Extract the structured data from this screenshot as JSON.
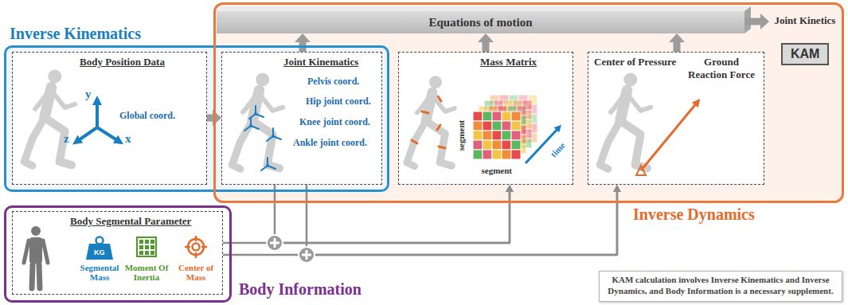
{
  "diagram": {
    "nodes": [
      {
        "text": [
          "Inverse Kinematics"
        ]
      },
      {
        "text": [
          "Body Position Data",
          "y",
          "z",
          "x",
          "Global coord."
        ],
        "in": 0
      },
      {
        "text": [
          "Joint Kinematics",
          "Pelvis coord.",
          "Hip joint coord.",
          "Knee joint coord.",
          "Ankle joint coord."
        ],
        "in": 0
      },
      {
        "text": [
          "Inverse Dynamics"
        ]
      },
      {
        "text": [
          "Equations of motion"
        ],
        "in": 3
      },
      {
        "text": [
          "Mass Matrix",
          "segment",
          "segment",
          "time"
        ],
        "in": 3
      },
      {
        "text": [
          "Center of Pressure",
          "Ground Reaction Force"
        ],
        "in": 3
      },
      {
        "text": [
          "Joint Kinetics",
          "KAM"
        ],
        "in": 3
      },
      {
        "text": [
          "Body Information"
        ]
      },
      {
        "text": [
          "Body Segmental Parameter",
          "KG",
          "Segmental Mass",
          "Moment Of Inertia",
          "Center of Mass"
        ],
        "in": 8
      },
      {
        "text": [
          "KAM calculation involves Inverse Kinematics and Inverse Dynamics, and Body Information is a necessary supplement."
        ]
      }
    ],
    "edges": [
      {
        "from": 1,
        "to": 2,
        "arrow": "to"
      },
      {
        "from": 2,
        "to": 4,
        "arrow": "to"
      },
      {
        "from": 5,
        "to": 4,
        "arrow": "to"
      },
      {
        "from": 6,
        "to": 4,
        "arrow": "to"
      },
      {
        "from": 4,
        "to": 7,
        "arrow": "to"
      },
      {
        "from": 2,
        "to": 5,
        "arrow": "to"
      },
      {
        "from": 9,
        "to": 5,
        "arrow": "to"
      },
      {
        "from": 2,
        "to": 6,
        "arrow": "to"
      },
      {
        "from": 9,
        "to": 6,
        "arrow": "to"
      }
    ]
  }
}
